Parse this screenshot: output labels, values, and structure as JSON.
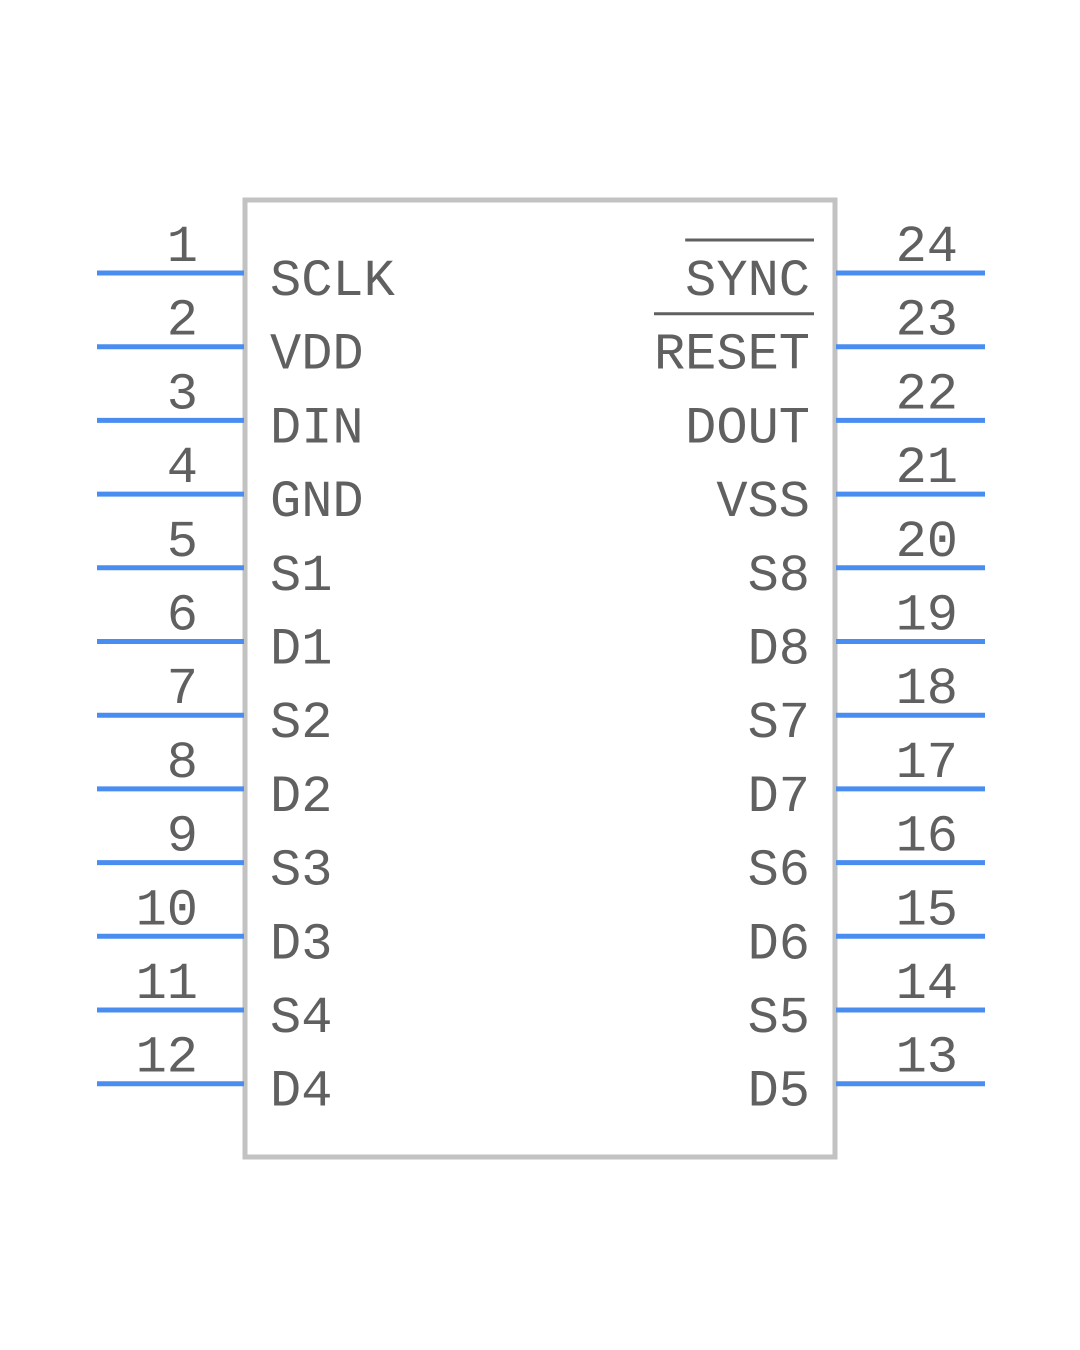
{
  "component": {
    "left_pins": [
      {
        "number": "1",
        "name": "SCLK",
        "inverted": false
      },
      {
        "number": "2",
        "name": "VDD",
        "inverted": false
      },
      {
        "number": "3",
        "name": "DIN",
        "inverted": false
      },
      {
        "number": "4",
        "name": "GND",
        "inverted": false
      },
      {
        "number": "5",
        "name": "S1",
        "inverted": false
      },
      {
        "number": "6",
        "name": "D1",
        "inverted": false
      },
      {
        "number": "7",
        "name": "S2",
        "inverted": false
      },
      {
        "number": "8",
        "name": "D2",
        "inverted": false
      },
      {
        "number": "9",
        "name": "S3",
        "inverted": false
      },
      {
        "number": "10",
        "name": "D3",
        "inverted": false
      },
      {
        "number": "11",
        "name": "S4",
        "inverted": false
      },
      {
        "number": "12",
        "name": "D4",
        "inverted": false
      }
    ],
    "right_pins": [
      {
        "number": "24",
        "name": "SYNC",
        "inverted": true
      },
      {
        "number": "23",
        "name": "RESET",
        "inverted": true
      },
      {
        "number": "22",
        "name": "DOUT",
        "inverted": false
      },
      {
        "number": "21",
        "name": "VSS",
        "inverted": false
      },
      {
        "number": "20",
        "name": "S8",
        "inverted": false
      },
      {
        "number": "19",
        "name": "D8",
        "inverted": false
      },
      {
        "number": "18",
        "name": "S7",
        "inverted": false
      },
      {
        "number": "17",
        "name": "D7",
        "inverted": false
      },
      {
        "number": "16",
        "name": "S6",
        "inverted": false
      },
      {
        "number": "15",
        "name": "D6",
        "inverted": false
      },
      {
        "number": "14",
        "name": "S5",
        "inverted": false
      },
      {
        "number": "13",
        "name": "D5",
        "inverted": false
      }
    ],
    "colors": {
      "pin": "#4a8df0",
      "outline": "#c2c2c2",
      "text": "#606060"
    }
  }
}
